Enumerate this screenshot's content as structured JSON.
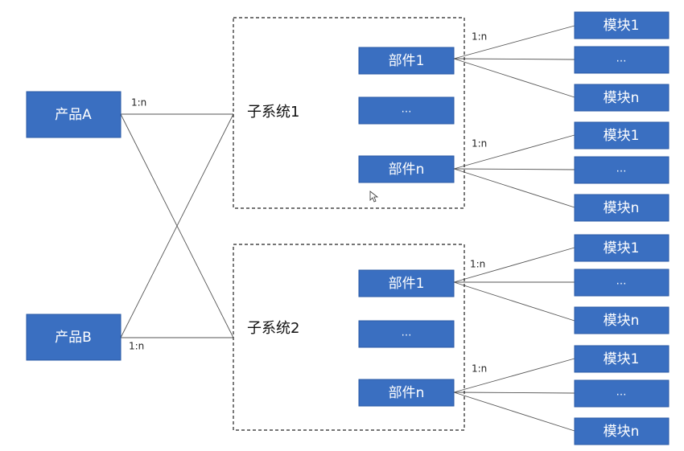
{
  "products": [
    {
      "label": "产品A"
    },
    {
      "label": "产品B"
    }
  ],
  "relation_label": "1:n",
  "subsystems": [
    {
      "label": "子系统1",
      "parts": [
        {
          "label": "部件1"
        },
        {
          "label": "…"
        },
        {
          "label": "部件n"
        }
      ]
    },
    {
      "label": "子系统2",
      "parts": [
        {
          "label": "部件1"
        },
        {
          "label": "…"
        },
        {
          "label": "部件n"
        }
      ]
    }
  ],
  "module_group": [
    {
      "label": "模块1"
    },
    {
      "label": "…"
    },
    {
      "label": "模块n"
    }
  ]
}
